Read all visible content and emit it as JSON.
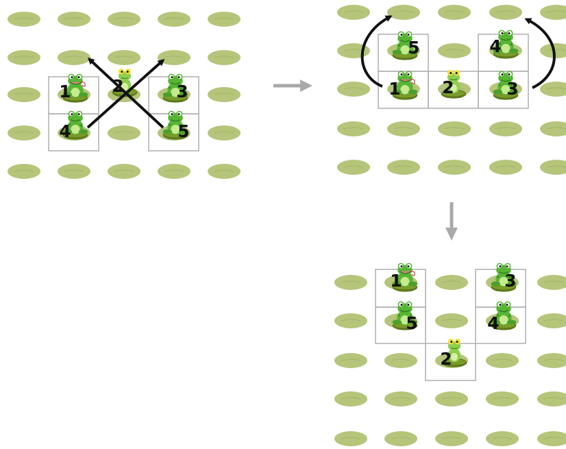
{
  "colors": {
    "pad": "#b5c57a",
    "pad_shade": "#a6b86c",
    "pad_under_frog": "#5e7a1c",
    "frog_body": "#57b534",
    "frog_light": "#c6ea8e",
    "frog_dark": "#2f7d1a",
    "grid_box": "#b3b3b3",
    "jump_arrow": "#111111",
    "flow_arrow": "#a9a9a9",
    "number": "#111111"
  },
  "panels": {
    "top_left": {
      "frogs": [
        {
          "label": "1",
          "color": "green",
          "pose": "tongue-out"
        },
        {
          "label": "2",
          "color": "yellow-eyed",
          "pose": "sitting"
        },
        {
          "label": "3",
          "color": "green",
          "pose": "sitting"
        },
        {
          "label": "4",
          "color": "green",
          "pose": "standing"
        },
        {
          "label": "5",
          "color": "green",
          "pose": "sitting"
        }
      ],
      "jumps": [
        {
          "frog": "4",
          "direction": "up-right"
        },
        {
          "frog": "5",
          "direction": "up-left"
        }
      ]
    },
    "top_right": {
      "frogs": [
        {
          "label": "5",
          "color": "green",
          "pose": "sitting"
        },
        {
          "label": "4",
          "color": "green",
          "pose": "standing"
        },
        {
          "label": "1",
          "color": "green",
          "pose": "tongue-out"
        },
        {
          "label": "2",
          "color": "yellow-eyed",
          "pose": "sitting"
        },
        {
          "label": "3",
          "color": "green",
          "pose": "sitting"
        }
      ],
      "jumps": [
        {
          "frog": "1",
          "direction": "curved-up"
        },
        {
          "frog": "3",
          "direction": "curved-up"
        }
      ]
    },
    "bottom_right": {
      "frogs": [
        {
          "label": "1",
          "color": "green",
          "pose": "tongue-out"
        },
        {
          "label": "3",
          "color": "green",
          "pose": "sitting"
        },
        {
          "label": "5",
          "color": "green",
          "pose": "sitting"
        },
        {
          "label": "4",
          "color": "green",
          "pose": "standing"
        },
        {
          "label": "2",
          "color": "yellow-eyed",
          "pose": "sitting"
        }
      ]
    }
  },
  "flow_arrows": [
    {
      "direction": "right"
    },
    {
      "direction": "down"
    }
  ]
}
